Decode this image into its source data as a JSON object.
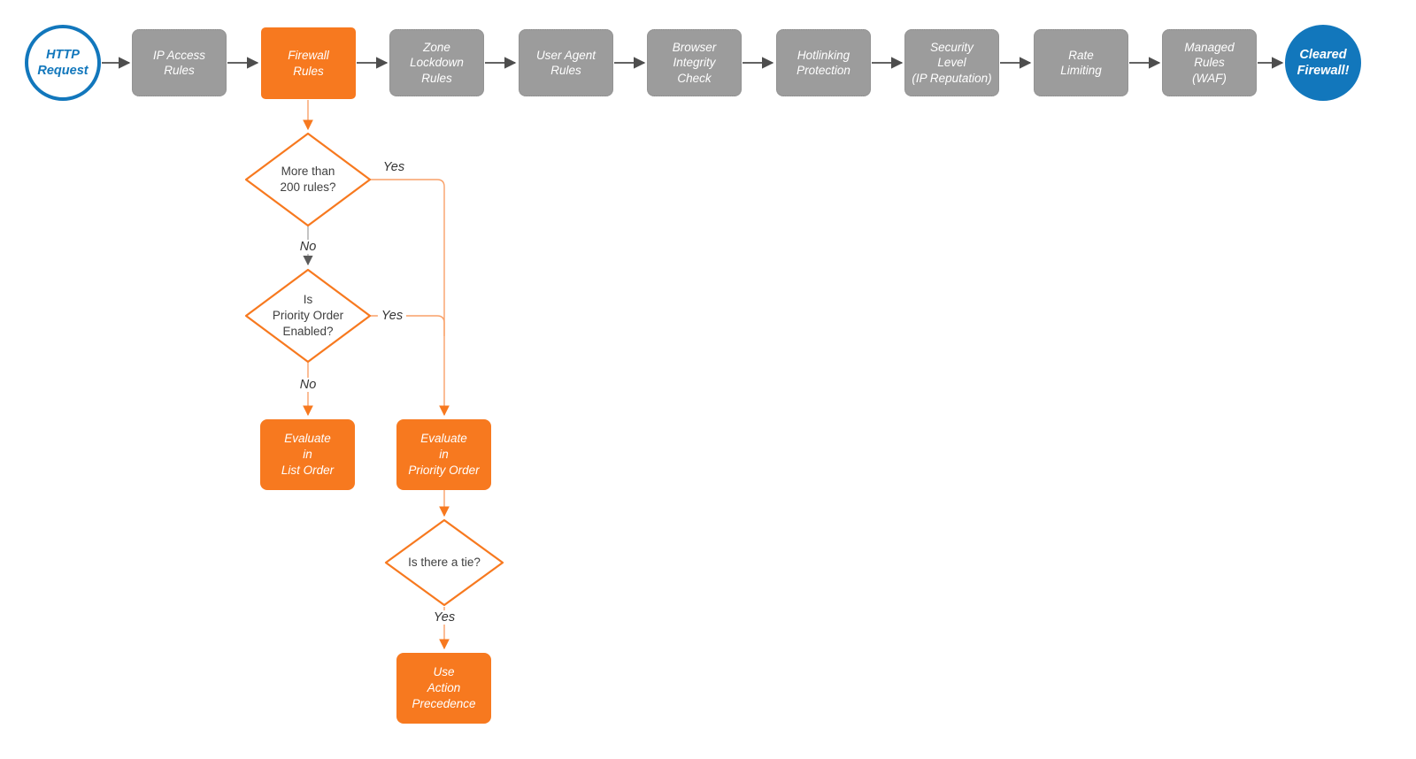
{
  "flow": {
    "start_label": "HTTP\nRequest",
    "steps": [
      {
        "label": "IP Access\nRules"
      },
      {
        "label": "Firewall\nRules"
      },
      {
        "label": "Zone\nLockdown\nRules"
      },
      {
        "label": "User Agent\nRules"
      },
      {
        "label": "Browser\nIntegrity\nCheck"
      },
      {
        "label": "Hotlinking\nProtection"
      },
      {
        "label": "Security\nLevel\n(IP Reputation)"
      },
      {
        "label": "Rate\nLimiting"
      },
      {
        "label": "Managed\nRules\n(WAF)"
      }
    ],
    "end_label": "Cleared\nFirewall!"
  },
  "decisions": {
    "more_than_200_rules": "More than\n200 rules?",
    "priority_order_enabled": "Is\nPriority Order\nEnabled?",
    "is_there_a_tie": "Is there a tie?"
  },
  "outcomes": {
    "evaluate_list_order": "Evaluate\nin\nList Order",
    "evaluate_priority_order": "Evaluate\nin\nPriority Order",
    "use_action_precedence": "Use\nAction\nPrecedence"
  },
  "edge_labels": {
    "yes_200": "Yes",
    "no_200": "No",
    "yes_priority": "Yes",
    "no_priority": "No",
    "yes_tie": "Yes"
  },
  "colors": {
    "accent_orange": "#F7791F",
    "orange_line": "#F9A169",
    "node_gray": "#9C9C9C",
    "brand_blue": "#1277BC",
    "connector_dark": "#4D4D4D"
  }
}
